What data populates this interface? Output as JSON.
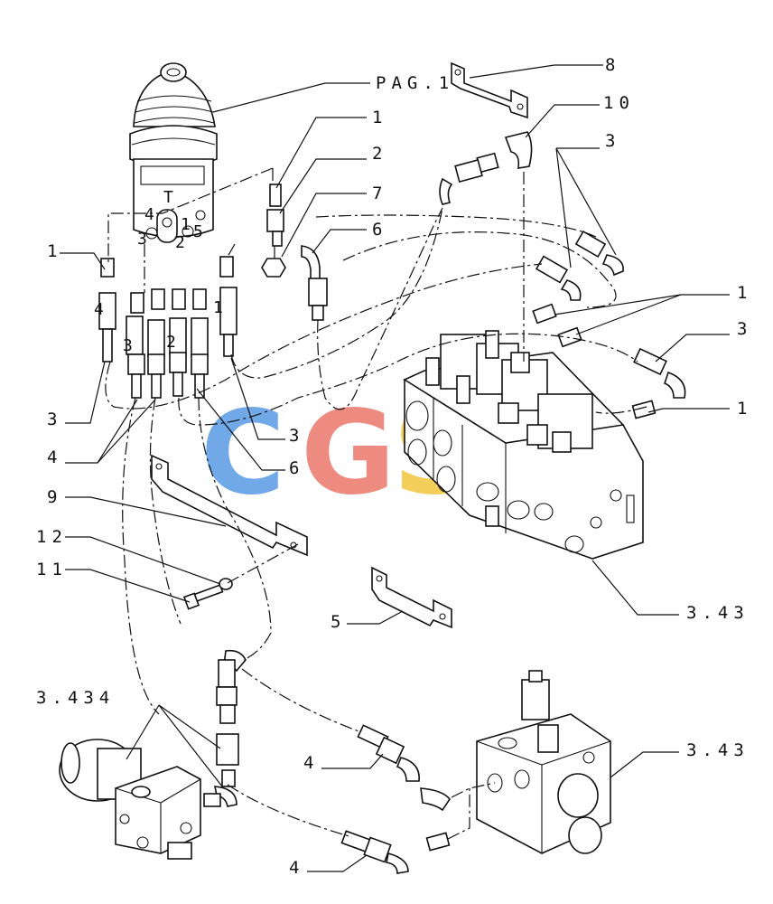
{
  "callouts": [
    {
      "id": "pag",
      "text": "PAG.1"
    },
    {
      "id": "c8",
      "text": "8"
    },
    {
      "id": "c10",
      "text": "10"
    },
    {
      "id": "c1a",
      "text": "1"
    },
    {
      "id": "c2",
      "text": "2"
    },
    {
      "id": "c7",
      "text": "7"
    },
    {
      "id": "c6a",
      "text": "6"
    },
    {
      "id": "c3a",
      "text": "3"
    },
    {
      "id": "c1b",
      "text": "1"
    },
    {
      "id": "c1c",
      "text": "1"
    },
    {
      "id": "c3b",
      "text": "3"
    },
    {
      "id": "c1d",
      "text": "1"
    },
    {
      "id": "c3c",
      "text": "3"
    },
    {
      "id": "c4a",
      "text": "4"
    },
    {
      "id": "c3d",
      "text": "3"
    },
    {
      "id": "c6b",
      "text": "6"
    },
    {
      "id": "c9",
      "text": "9"
    },
    {
      "id": "c12",
      "text": "12"
    },
    {
      "id": "c11",
      "text": "11"
    },
    {
      "id": "c343a",
      "text": "3.43"
    },
    {
      "id": "c5",
      "text": "5"
    },
    {
      "id": "c3434",
      "text": "3.434"
    },
    {
      "id": "c343b",
      "text": "3.43"
    },
    {
      "id": "c4b",
      "text": "4"
    },
    {
      "id": "c4c",
      "text": "4"
    }
  ],
  "port_marks": {
    "t": "T",
    "p4": "4",
    "p3": "3",
    "p2": "2",
    "p1": "1",
    "p5": "5"
  },
  "fitting_marks": {
    "f4": "4",
    "f1": "1",
    "f3": "3",
    "f2": "2"
  },
  "watermark": {
    "letters": [
      "C",
      "G",
      "S",
      "C"
    ],
    "colors": [
      "#4a90e2",
      "#ea6b5e",
      "#f2c12e",
      "#3daa5c"
    ]
  }
}
